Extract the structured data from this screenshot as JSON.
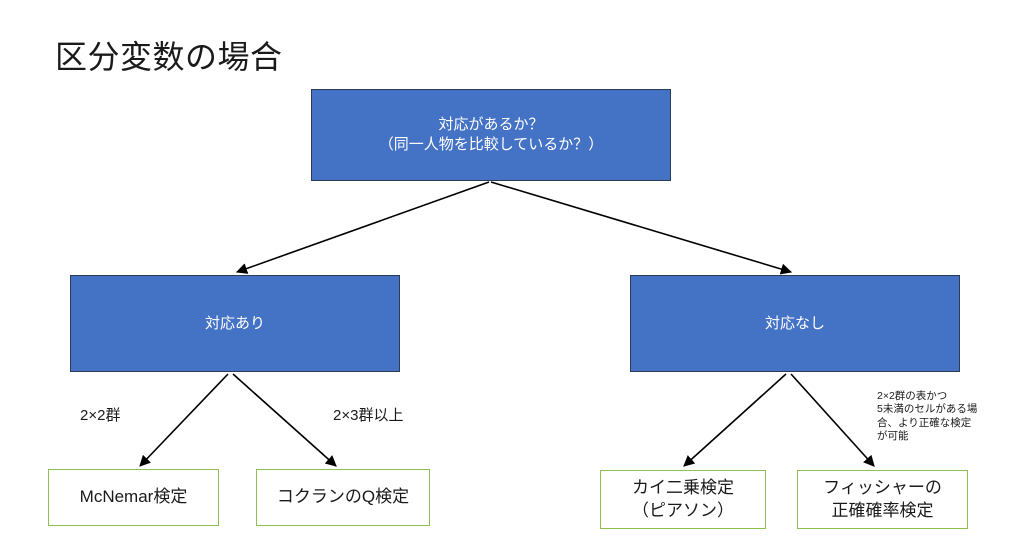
{
  "slide": {
    "title": "区分変数の場合",
    "background_color": "#ffffff",
    "node_fill_blue": "#4472c4",
    "node_border_green": "#8cc152",
    "text_color": "#1a1a1a",
    "blue_text_color": "#ffffff"
  },
  "nodes": {
    "root": {
      "line1": "対応があるか？",
      "line2": "（同一人物を比較しているか？）"
    },
    "paired": {
      "label": "対応あり"
    },
    "unpaired": {
      "label": "対応なし"
    },
    "mcnemar": {
      "label": "McNemar検定"
    },
    "cochran_q": {
      "label": "コクランのQ検定"
    },
    "chi_square": {
      "line1": "カイ二乗検定",
      "line2": "（ピアソン）"
    },
    "fisher": {
      "line1": "フィッシャーの",
      "line2": "正確確率検定"
    }
  },
  "edge_labels": {
    "two_by_two": "2×2群",
    "two_by_three_or_more": "2×3群以上"
  },
  "annotations": {
    "fisher_note": {
      "line1": "2×2群の表かつ",
      "line2": "5未満のセルがある場",
      "line3": "合、より正確な検定",
      "line4": "が可能"
    }
  }
}
